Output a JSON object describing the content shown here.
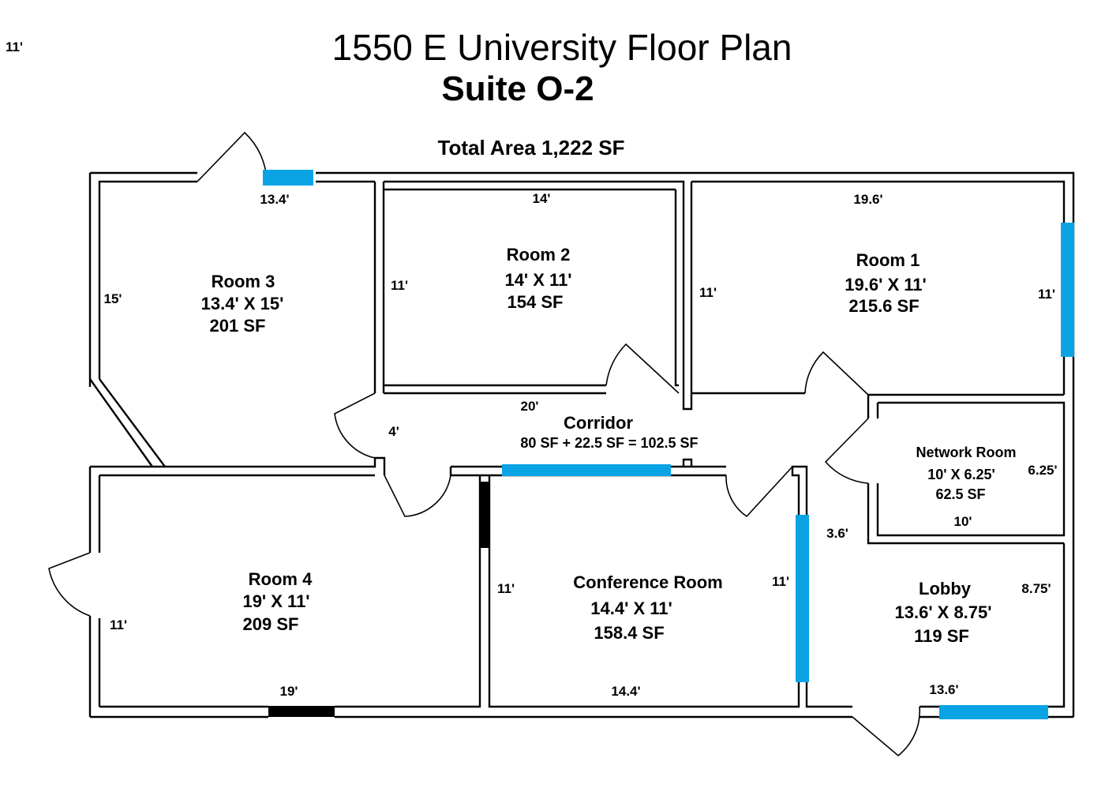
{
  "title": "1550 E University Floor Plan",
  "subtitle": "Suite O-2",
  "total_area": "Total Area 1,222 SF",
  "corner_label": "11'",
  "colors": {
    "window": "#0aa4e4",
    "dark_window": "#000000",
    "wall": "#000000"
  },
  "rooms": {
    "room3": {
      "name": "Room 3",
      "dims": "13.4' X 15'",
      "area": "201 SF"
    },
    "room2": {
      "name": "Room 2",
      "dims": "14' X 11'",
      "area": "154 SF"
    },
    "room1": {
      "name": "Room 1",
      "dims": "19.6' X 11'",
      "area": "215.6 SF"
    },
    "corridor": {
      "name": "Corridor",
      "area": "80 SF + 22.5 SF  =   102.5 SF"
    },
    "network": {
      "name": "Network Room",
      "dims": "10' X 6.25'",
      "area": "62.5 SF"
    },
    "room4": {
      "name": "Room 4",
      "dims": "19' X 11'",
      "area": "209 SF"
    },
    "conference": {
      "name": "Conference Room",
      "dims": "14.4' X 11'",
      "area": "158.4 SF"
    },
    "lobby": {
      "name": "Lobby",
      "dims": "13.6' X 8.75'",
      "area": "119 SF"
    }
  },
  "dimensions": {
    "room3_top": "13.4'",
    "room3_left": "15'",
    "room2_top": "14'",
    "room2_left": "11'",
    "room1_top": "19.6'",
    "room1_left": "11'",
    "room1_right": "11'",
    "corridor_top": "20'",
    "corridor_left": "4'",
    "network_right": "6.25'",
    "network_bottom": "10'",
    "lobby_left": "3.6'",
    "lobby_right": "8.75'",
    "lobby_bottom": "13.6'",
    "room4_left": "11'",
    "room4_bottom": "19'",
    "conf_left": "11'",
    "conf_right": "11'",
    "conf_bottom": "14.4'"
  }
}
